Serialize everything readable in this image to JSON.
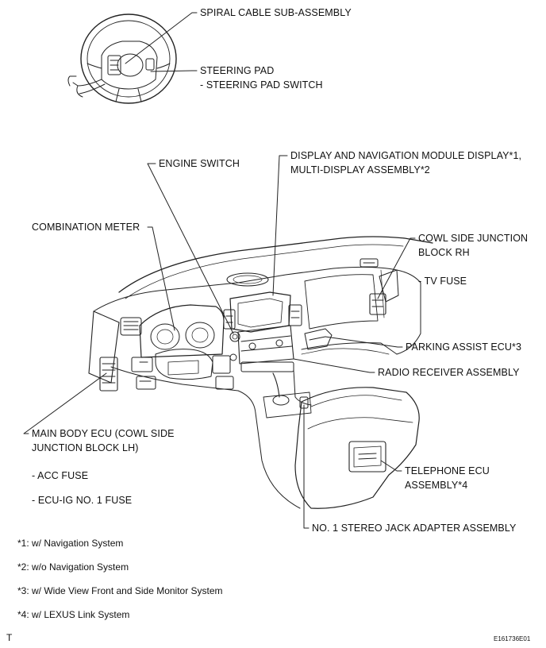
{
  "labels": {
    "spiral_cable": "SPIRAL CABLE SUB-ASSEMBLY",
    "steering_pad": "STEERING PAD",
    "steering_pad_switch": "- STEERING PAD SWITCH",
    "engine_switch": "ENGINE SWITCH",
    "display_nav_line1": "DISPLAY AND NAVIGATION MODULE DISPLAY*1,",
    "display_nav_line2": "MULTI-DISPLAY ASSEMBLY*2",
    "combination_meter": "COMBINATION METER",
    "cowl_rh_line1": "COWL SIDE JUNCTION",
    "cowl_rh_line2": "BLOCK RH",
    "tv_fuse": "- TV FUSE",
    "parking_assist": "PARKING ASSIST ECU*3",
    "radio_receiver": "RADIO RECEIVER ASSEMBLY",
    "main_body_line1": "MAIN BODY ECU (COWL SIDE",
    "main_body_line2": "JUNCTION BLOCK LH)",
    "acc_fuse": "- ACC FUSE",
    "ecu_ig_fuse": "- ECU-IG NO. 1 FUSE",
    "telephone_line1": "TELEPHONE ECU",
    "telephone_line2": "ASSEMBLY*4",
    "stereo_jack": "NO. 1 STEREO JACK ADAPTER ASSEMBLY"
  },
  "notes": [
    "*1: w/ Navigation System",
    "*2: w/o Navigation System",
    "*3: w/ Wide View Front and Side Monitor System",
    "*4: w/ LEXUS Link System"
  ],
  "corner_left": "T",
  "corner_right": "E161736E01"
}
